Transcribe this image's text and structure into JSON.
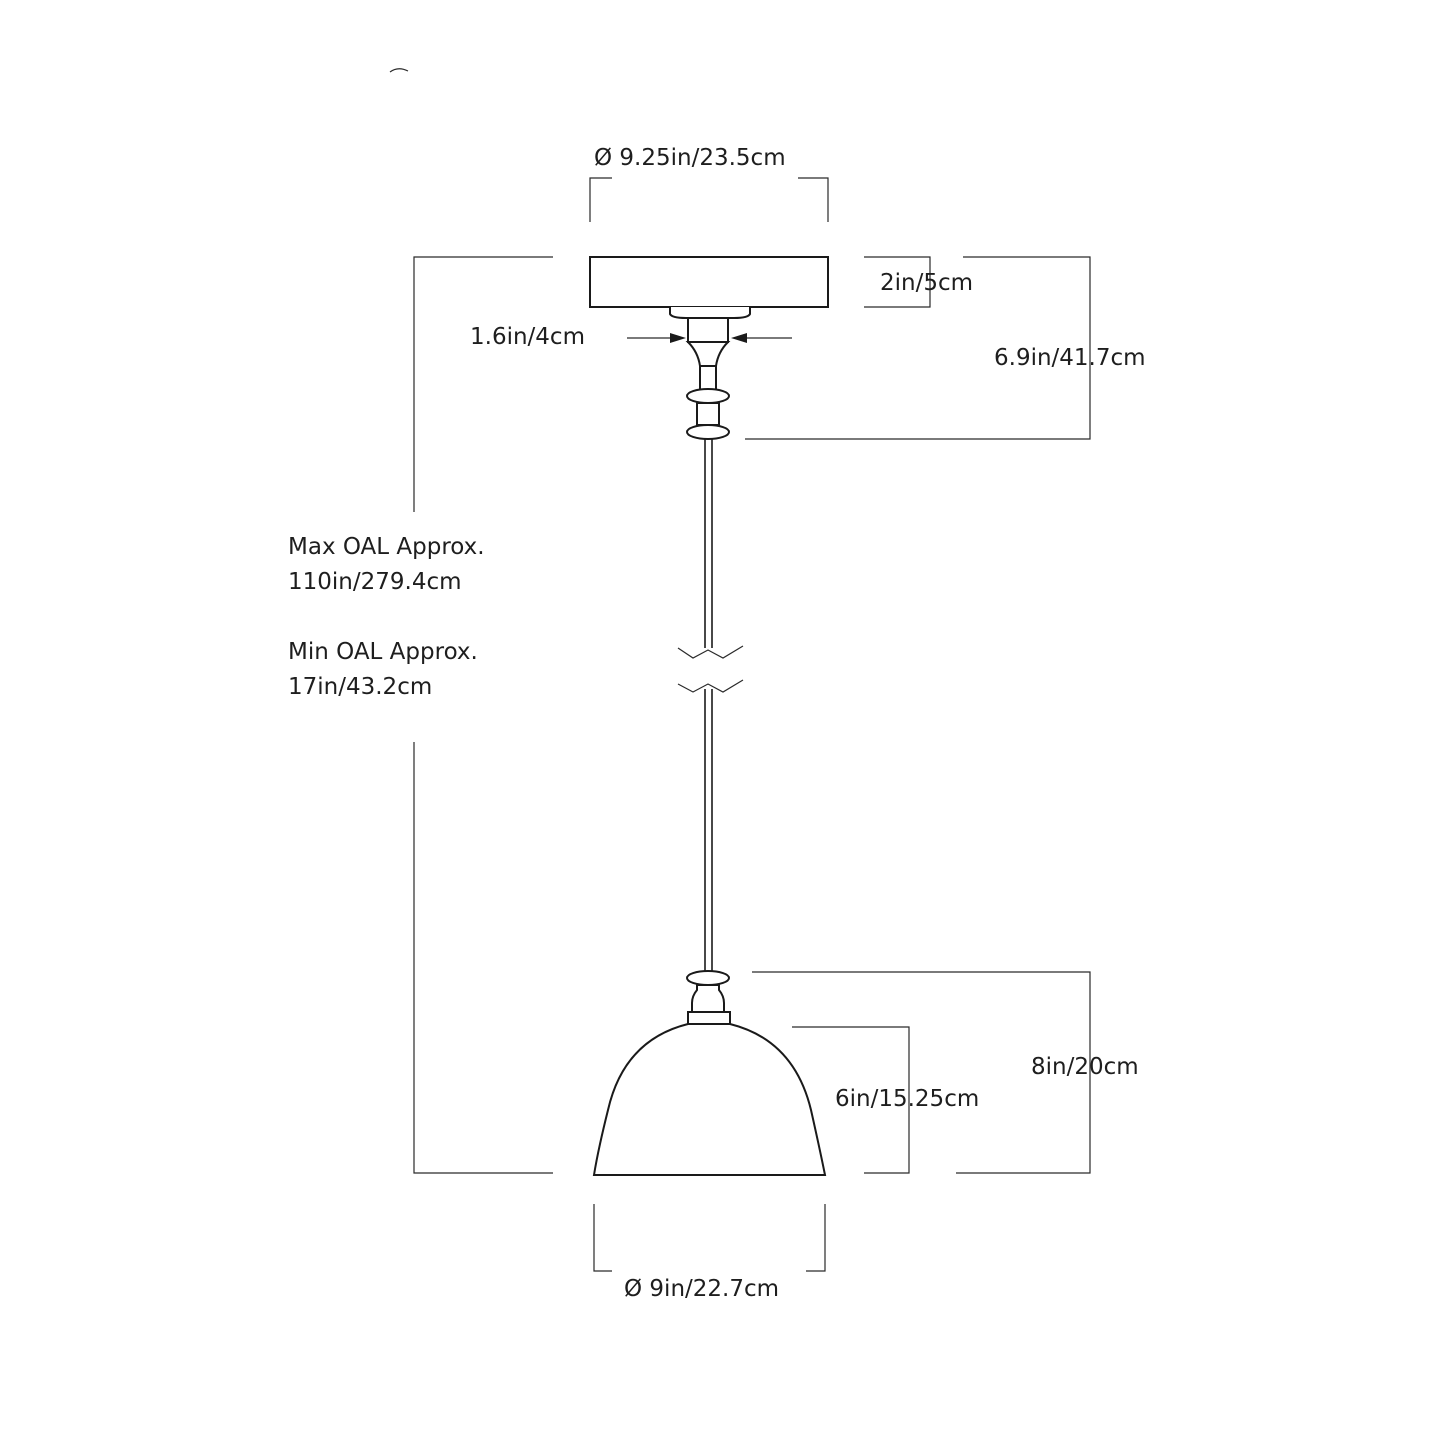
{
  "dimensions": {
    "canopy_diameter": "Ø 9.25in/23.5cm",
    "canopy_height": "2in/5cm",
    "stem_width": "1.6in/4cm",
    "canopy_assembly_height": "6.9in/41.7cm",
    "max_oal_label": "Max OAL Approx.",
    "max_oal_value": "110in/279.4cm",
    "min_oal_label": "Min OAL Approx.",
    "min_oal_value": "17in/43.2cm",
    "fixture_height": "8in/20cm",
    "shade_height": "6in/15.25cm",
    "shade_diameter": "Ø 9in/22.7cm"
  },
  "colors": {
    "line": "#1a1a1a",
    "text": "#1e1e1e",
    "background": "#ffffff"
  }
}
